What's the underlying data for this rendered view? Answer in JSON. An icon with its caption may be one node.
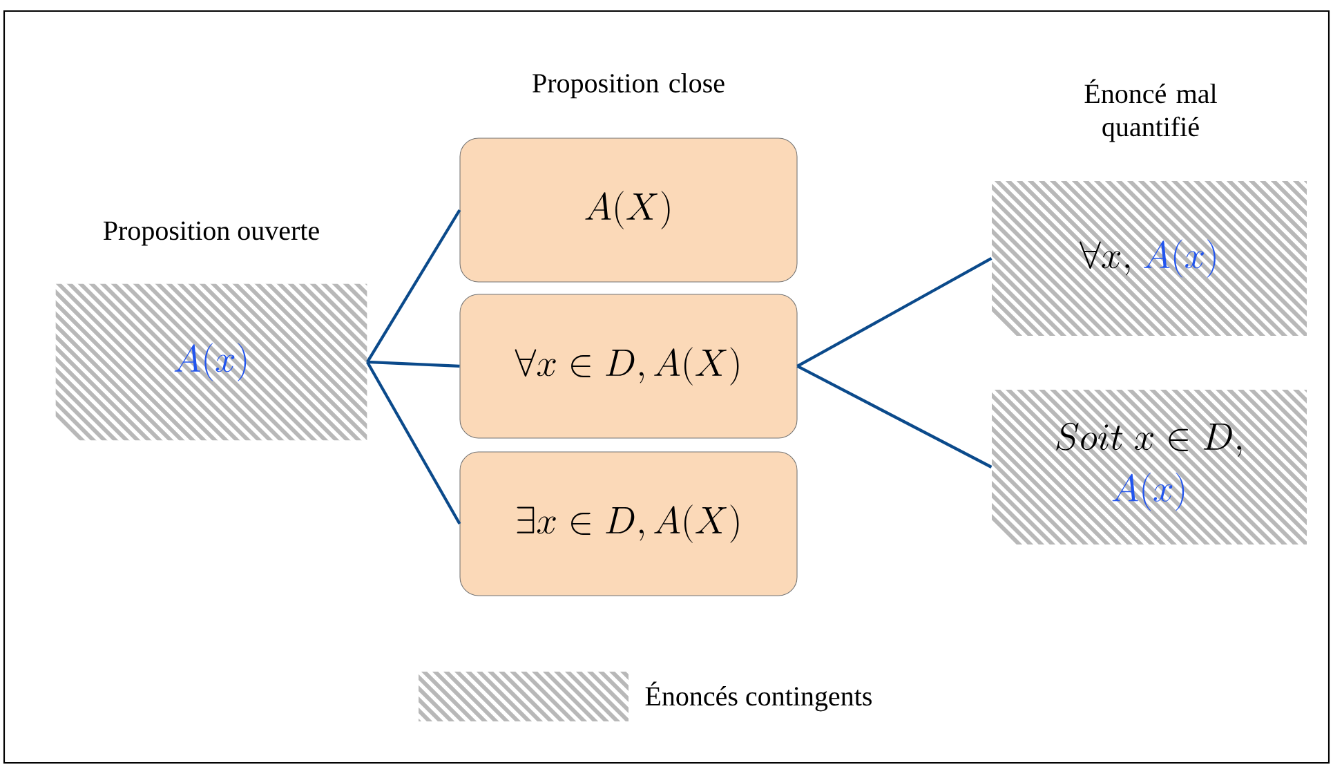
{
  "diagram": {
    "nodes": [
      {
        "text": [
          "Proposition ouverte",
          "A(x)"
        ]
      },
      {
        "text": [
          "A(X)"
        ]
      },
      {
        "text": [
          "\\forall x \\in D , A(X)"
        ]
      },
      {
        "text": [
          "\\exists x \\in D , A(X)"
        ]
      },
      {
        "text": [
          "\\forall x ,",
          "A(x)"
        ]
      },
      {
        "text": [
          "Soit\\ x \\in D ,",
          "A(x)"
        ]
      }
    ],
    "edges": [
      {
        "from": 0,
        "to": 1,
        "arrow": "none"
      },
      {
        "from": 0,
        "to": 2,
        "arrow": "none"
      },
      {
        "from": 0,
        "to": 3,
        "arrow": "none"
      },
      {
        "from": 2,
        "to": 4,
        "arrow": "none"
      },
      {
        "from": 2,
        "to": 5,
        "arrow": "none"
      }
    ],
    "labels": [
      "Proposition close",
      "Énoncé mal quantifié"
    ],
    "legend": [
      {
        "text": "Énoncés contingents"
      }
    ]
  }
}
